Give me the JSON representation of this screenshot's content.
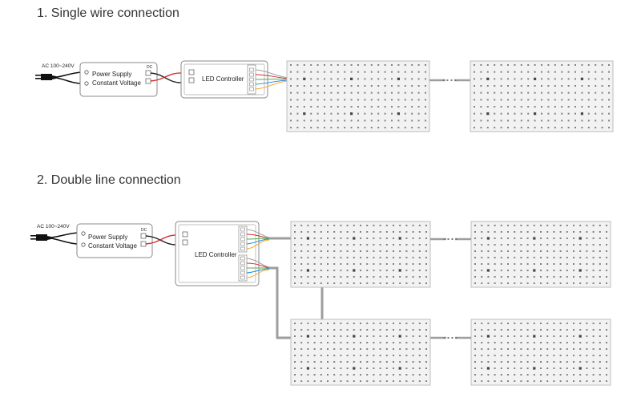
{
  "sections": [
    {
      "title": "1. Single wire connection",
      "ac_label": "AC 100~240V",
      "psu_line1": "Power Supply",
      "psu_line2": "Constant Voltage",
      "dc_label": "DC",
      "controller_label": "LED Controller"
    },
    {
      "title": "2. Double line connection",
      "ac_label": "AC 100~240V",
      "psu_line1": "Power Supply",
      "psu_line2": "Constant Voltage",
      "dc_label": "DC",
      "controller_label": "LED Controller"
    }
  ],
  "colors": {
    "panel_border": "#bdbdbd",
    "panel_fill": "#f2f2f2",
    "led_dot": "#6e6e6e",
    "wire_gray": "#9e9e9e",
    "wire_red": "#d32f2f",
    "wire_black": "#222222",
    "plug": "#111111"
  }
}
